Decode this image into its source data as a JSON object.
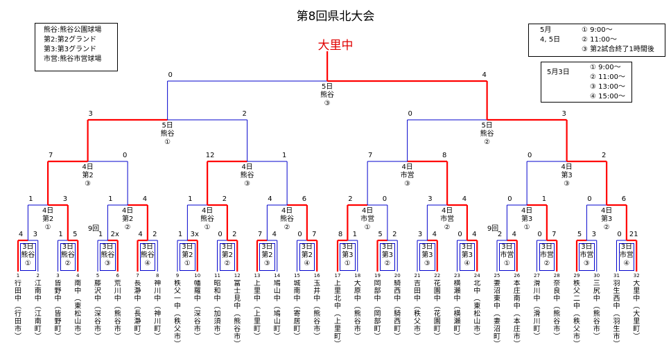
{
  "title": "第8回県北大会",
  "champion": "大里中",
  "legend_grounds": [
    "熊谷:熊谷公園球場",
    "第2:第2グランド",
    "第3:第3グランド",
    "市営:熊谷市営球場"
  ],
  "legend_time_a": {
    "dates": [
      "5月",
      "4, 5日"
    ],
    "times": [
      "① 9:00〜",
      "② 11:00〜",
      "③ 第2試合終了1時間後"
    ]
  },
  "legend_time_b": {
    "date": "5月3日",
    "times": [
      "① 9:00〜",
      "② 11:00〜",
      "③ 13:00〜",
      "④ 15:00〜"
    ]
  },
  "teams": [
    {
      "no": "1",
      "school": "行田中",
      "city": "(行田市)"
    },
    {
      "no": "2",
      "school": "江南中",
      "city": "(江南町)"
    },
    {
      "no": "3",
      "school": "皆野中",
      "city": "(皆野町)"
    },
    {
      "no": "4",
      "school": "南中",
      "city": "(東松山市)"
    },
    {
      "no": "5",
      "school": "藤沢中",
      "city": "(深谷市)"
    },
    {
      "no": "6",
      "school": "荒川中",
      "city": "(熊谷市)"
    },
    {
      "no": "7",
      "school": "長瀞中",
      "city": "(長瀞町)"
    },
    {
      "no": "8",
      "school": "神川中",
      "city": "(神川町)"
    },
    {
      "no": "9",
      "school": "秩父一中",
      "city": "(秩父市)"
    },
    {
      "no": "10",
      "school": "幡羅中",
      "city": "(深谷市)"
    },
    {
      "no": "11",
      "school": "昭和中",
      "city": "(加須市)"
    },
    {
      "no": "12",
      "school": "富士見中",
      "city": "(熊谷市)"
    },
    {
      "no": "13",
      "school": "上里中",
      "city": "(上里町)"
    },
    {
      "no": "14",
      "school": "鳩山中",
      "city": "(鳩山町)"
    },
    {
      "no": "15",
      "school": "城南中",
      "city": "(寄居町)"
    },
    {
      "no": "16",
      "school": "玉井中",
      "city": "(熊谷市)"
    },
    {
      "no": "17",
      "school": "上里北中",
      "city": "(上里町)"
    },
    {
      "no": "18",
      "school": "大原中",
      "city": "(熊谷市)"
    },
    {
      "no": "19",
      "school": "岡部中",
      "city": "(岡部町)"
    },
    {
      "no": "20",
      "school": "騎西中",
      "city": "(騎西町)"
    },
    {
      "no": "21",
      "school": "吉田中",
      "city": "(秩父市)"
    },
    {
      "no": "22",
      "school": "花園中",
      "city": "(花園町)"
    },
    {
      "no": "23",
      "school": "横瀬中",
      "city": "(横瀬町)"
    },
    {
      "no": "24",
      "school": "北中",
      "city": "(東松山市)"
    },
    {
      "no": "25",
      "school": "妻沼東中",
      "city": "(妻沼町)"
    },
    {
      "no": "26",
      "school": "本庄南中",
      "city": "(本庄市)"
    },
    {
      "no": "27",
      "school": "滑川中",
      "city": "(滑川町)"
    },
    {
      "no": "28",
      "school": "奈良中",
      "city": "(熊谷市)"
    },
    {
      "no": "29",
      "school": "秩父二中",
      "city": "(秩父市)"
    },
    {
      "no": "30",
      "school": "三尻中",
      "city": "(熊谷市)"
    },
    {
      "no": "31",
      "school": "羽生西中",
      "city": "(羽生市)"
    },
    {
      "no": "32",
      "school": "大里中",
      "city": "(大里町)"
    }
  ],
  "round1": [
    {
      "s1": "4",
      "s2": "3",
      "day": "3日",
      "venue": "熊谷",
      "slot": "①",
      "note": ""
    },
    {
      "s1": "1",
      "s2": "5",
      "day": "3日",
      "venue": "熊谷",
      "slot": "②",
      "note": ""
    },
    {
      "s1": "1",
      "s2": "2x",
      "day": "3日",
      "venue": "熊谷",
      "slot": "③",
      "note": "9回"
    },
    {
      "s1": "4",
      "s2": "2",
      "day": "3日",
      "venue": "熊谷",
      "slot": "④",
      "note": ""
    },
    {
      "s1": "1",
      "s2": "3x",
      "day": "3日",
      "venue": "第2",
      "slot": "①",
      "note": ""
    },
    {
      "s1": "0",
      "s2": "2",
      "day": "3日",
      "venue": "第2",
      "slot": "②",
      "note": ""
    },
    {
      "s1": "7",
      "s2": "4",
      "day": "3日",
      "venue": "第2",
      "slot": "③",
      "note": ""
    },
    {
      "s1": "0",
      "s2": "7",
      "day": "3日",
      "venue": "第2",
      "slot": "④",
      "note": ""
    },
    {
      "s1": "8",
      "s2": "1",
      "day": "3日",
      "venue": "第3",
      "slot": "①",
      "note": ""
    },
    {
      "s1": "5",
      "s2": "2",
      "day": "3日",
      "venue": "第3",
      "slot": "②",
      "note": ""
    },
    {
      "s1": "3",
      "s2": "4",
      "day": "3日",
      "venue": "第3",
      "slot": "③",
      "note": ""
    },
    {
      "s1": "0",
      "s2": "4",
      "day": "3日",
      "venue": "第3",
      "slot": "④",
      "note": ""
    },
    {
      "s1": "2",
      "s2": "4",
      "day": "3日",
      "venue": "市営",
      "slot": "①",
      "note": "9回"
    },
    {
      "s1": "0",
      "s2": "7",
      "day": "3日",
      "venue": "市営",
      "slot": "②",
      "note": ""
    },
    {
      "s1": "5",
      "s2": "3",
      "day": "3日",
      "venue": "市営",
      "slot": "③",
      "note": ""
    },
    {
      "s1": "0",
      "s2": "21",
      "day": "3日",
      "venue": "市営",
      "slot": "④",
      "note": ""
    }
  ],
  "round2": [
    {
      "s1": "1",
      "s2": "3",
      "day": "4日",
      "venue": "第2",
      "slot": "①"
    },
    {
      "s1": "1",
      "s2": "4",
      "day": "4日",
      "venue": "第2",
      "slot": "②"
    },
    {
      "s1": "1",
      "s2": "2",
      "day": "4日",
      "venue": "熊谷",
      "slot": "①"
    },
    {
      "s1": "4",
      "s2": "6",
      "day": "4日",
      "venue": "熊谷",
      "slot": "②"
    },
    {
      "s1": "2",
      "s2": "0",
      "day": "4日",
      "venue": "市営",
      "slot": "①"
    },
    {
      "s1": "3",
      "s2": "4",
      "day": "4日",
      "venue": "市営",
      "slot": "②"
    },
    {
      "s1": "0",
      "s2": "1",
      "day": "4日",
      "venue": "第3",
      "slot": "①"
    },
    {
      "s1": "0",
      "s2": "6",
      "day": "4日",
      "venue": "第3",
      "slot": "②"
    }
  ],
  "round3": [
    {
      "s1": "7",
      "s2": "0",
      "day": "4日",
      "venue": "第2",
      "slot": "③"
    },
    {
      "s1": "12",
      "s2": "1",
      "day": "4日",
      "venue": "熊谷",
      "slot": "③"
    },
    {
      "s1": "7",
      "s2": "8",
      "day": "4日",
      "venue": "市営",
      "slot": "③"
    },
    {
      "s1": "0",
      "s2": "2",
      "day": "4日",
      "venue": "第3",
      "slot": "③"
    }
  ],
  "round4": [
    {
      "s1": "3",
      "s2": "2",
      "day": "5日",
      "venue": "熊谷",
      "slot": "①"
    },
    {
      "s1": "0",
      "s2": "3",
      "day": "5日",
      "venue": "熊谷",
      "slot": "②"
    }
  ],
  "final": {
    "s1": "0",
    "s2": "4",
    "day": "5日",
    "venue": "熊谷",
    "slot": "③"
  },
  "colors": {
    "win": "#ff0000",
    "lose": "#0000cc",
    "box": "#0000cc"
  }
}
